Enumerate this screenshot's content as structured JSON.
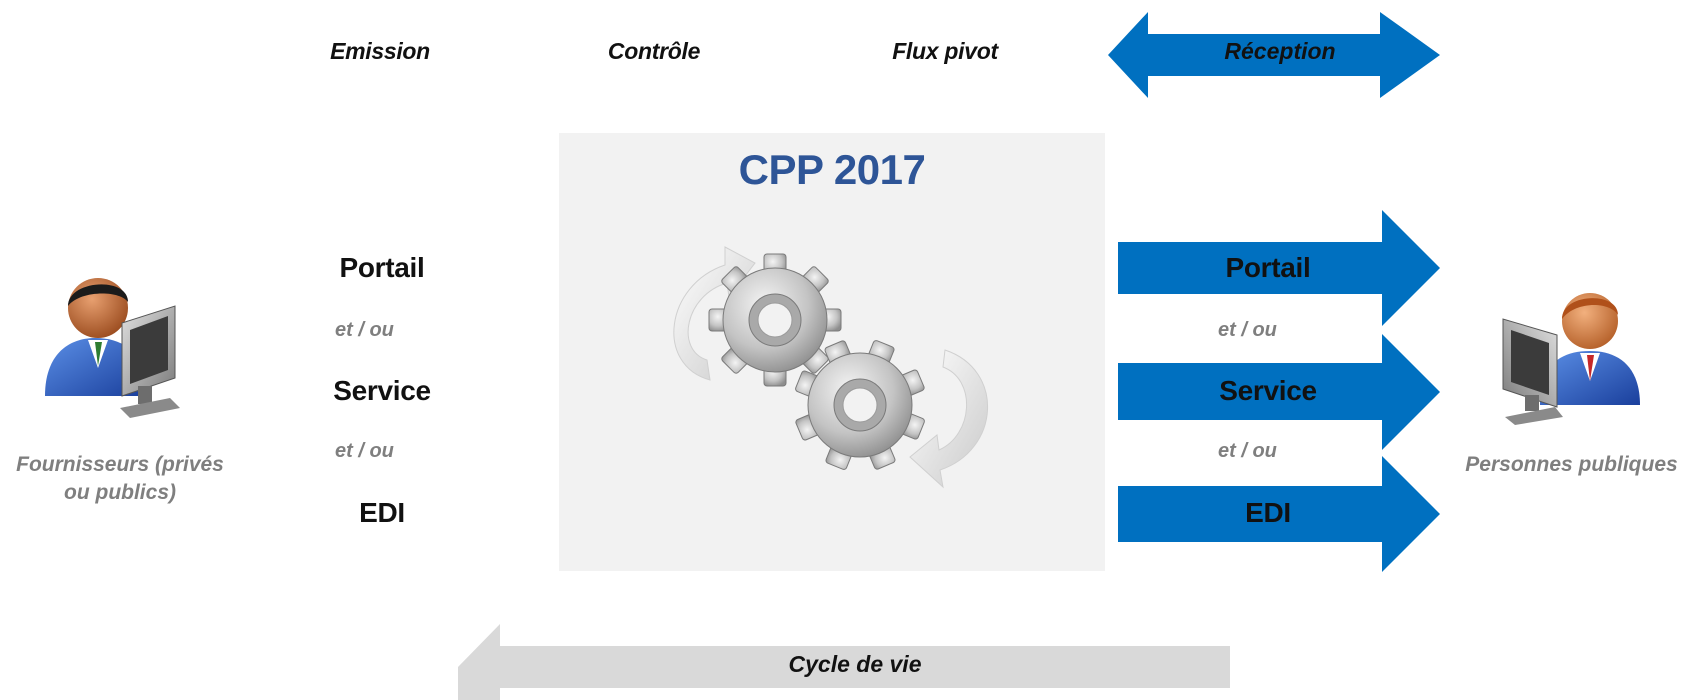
{
  "stages": {
    "emission": "Emission",
    "controle": "Contrôle",
    "flux_pivot": "Flux pivot",
    "reception": "Réception"
  },
  "center": {
    "title": "CPP 2017"
  },
  "left_channels": {
    "portail": "Portail",
    "and_or_1": "et / ou",
    "service": "Service",
    "and_or_2": "et / ou",
    "edi": "EDI"
  },
  "right_channels": {
    "portail": "Portail",
    "and_or_1": "et / ou",
    "service": "Service",
    "and_or_2": "et / ou",
    "edi": "EDI"
  },
  "actors": {
    "left": {
      "line1": "Fournisseurs (privés",
      "line2": "ou publics)"
    },
    "right": {
      "line1": "Personnes publiques"
    }
  },
  "lifecycle": {
    "label": "Cycle de vie"
  },
  "colors": {
    "arrow_blue": "#0070c0",
    "title_blue": "#2e5597",
    "box_gray": "#f2f2f2",
    "lifecycle_gray": "#d9d9d9",
    "muted_text": "#7f7f7f"
  },
  "icons": {
    "left_actor": "user-computer-icon",
    "right_actor": "user-computer-icon",
    "center": "gears-icon"
  }
}
